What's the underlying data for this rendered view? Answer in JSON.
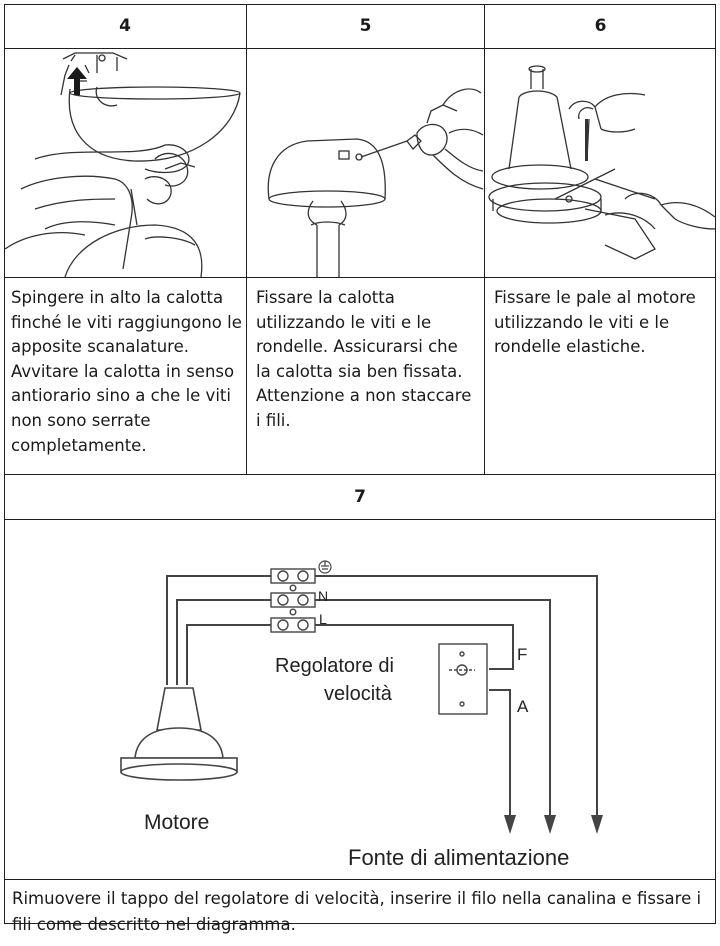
{
  "steps": [
    {
      "number": "4",
      "text": "Spingere in alto la calotta finché le viti raggiungono le apposite scanalature. Avvitare la calotta in senso antiorario sino a che le viti non sono serrate completamente."
    },
    {
      "number": "5",
      "text": "Fissare la calotta utilizzando le viti e le rondelle. Assicurarsi che la calotta sia ben fissata. Attenzione a non staccare i fili."
    },
    {
      "number": "6",
      "text": "Fissare le pale al motore utilizzando le viti e le rondelle elastiche."
    }
  ],
  "step7": {
    "number": "7",
    "diagram": {
      "terminal_labels": {
        "neutral": "N",
        "live": "L"
      },
      "regulator_label_line1": "Regolatore di",
      "regulator_label_line2": "velocità",
      "regulator_terminals": {
        "f": "F",
        "a": "A"
      },
      "motor_label": "Motore",
      "power_label": "Fonte di alimentazione"
    },
    "text": "Rimuovere il tappo del regolatore di velocità, inserire il filo nella canalina e fissare i fili come descritto nel diagramma."
  }
}
